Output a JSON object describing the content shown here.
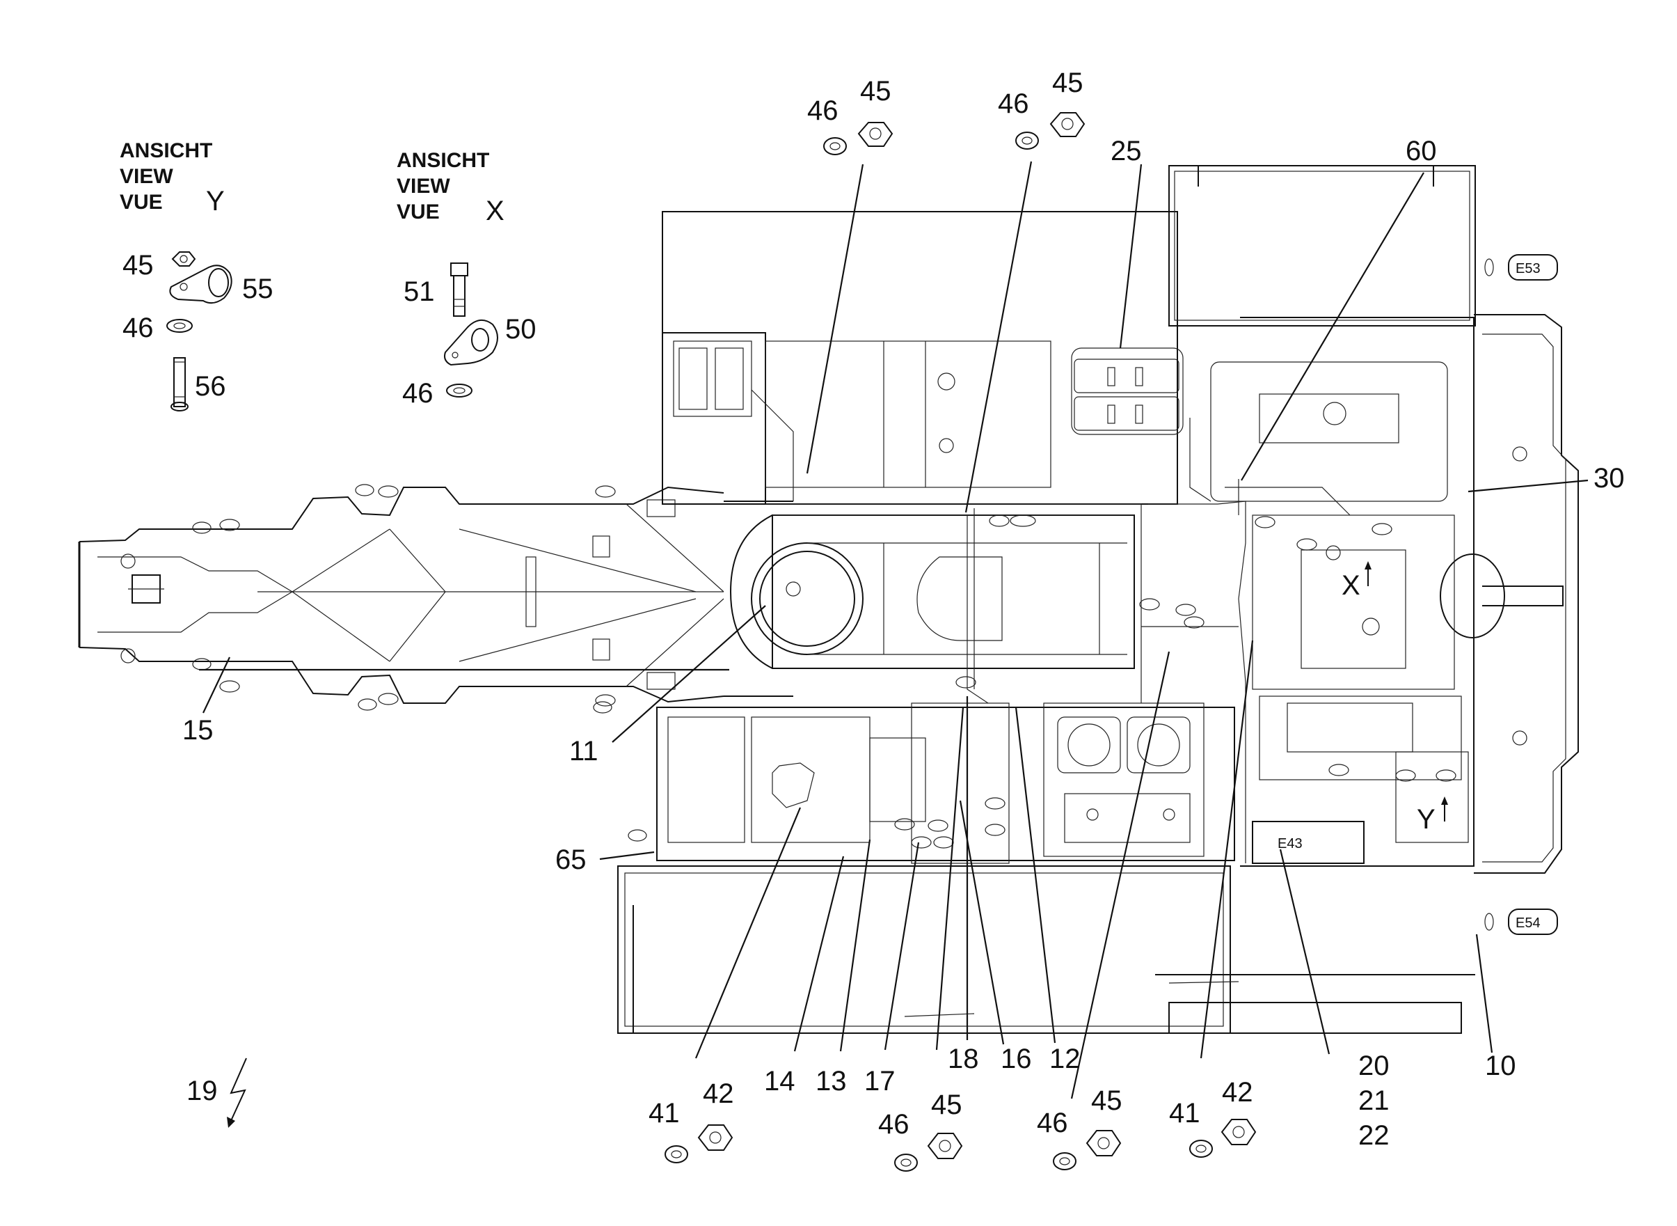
{
  "views": {
    "y": {
      "line1": "ANSICHT",
      "line2": "VIEW",
      "line3": "VUE",
      "letter": "Y"
    },
    "x": {
      "line1": "ANSICHT",
      "line2": "VIEW",
      "line3": "VUE",
      "letter": "X"
    }
  },
  "parts": {
    "p10": "10",
    "p11": "11",
    "p12": "12",
    "p13": "13",
    "p14": "14",
    "p15": "15",
    "p16": "16",
    "p17": "17",
    "p18": "18",
    "p19": "19",
    "p20": "20",
    "p21": "21",
    "p22": "22",
    "p25": "25",
    "p30": "30",
    "p41": "41",
    "p42": "42",
    "p45": "45",
    "p46": "46",
    "p50": "50",
    "p51": "51",
    "p55": "55",
    "p56": "56",
    "p60": "60",
    "p65": "65"
  },
  "component_tags": {
    "e43": "E43",
    "e53": "E53",
    "e54": "E54",
    "x": "X",
    "y": "Y"
  },
  "colors": {
    "ink": "#111111",
    "paper": "#ffffff"
  }
}
